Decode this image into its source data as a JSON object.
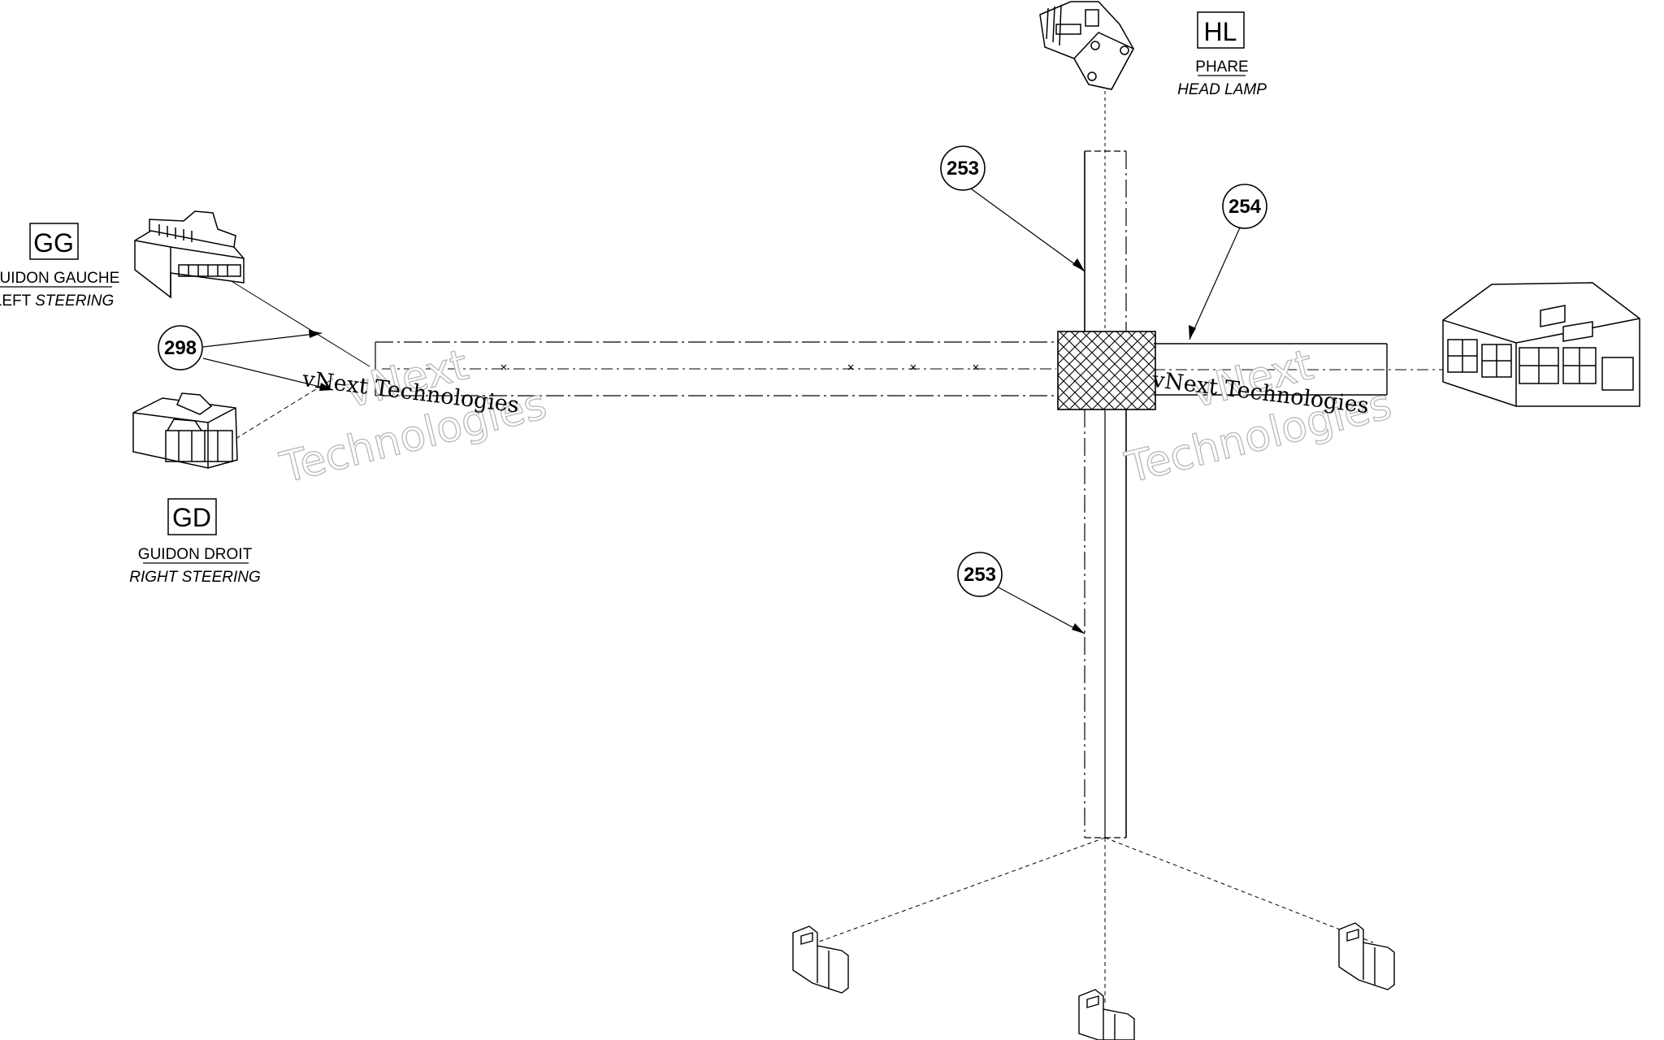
{
  "connectors": {
    "hl": {
      "code": "HL",
      "fr": "PHARE",
      "en": "HEAD LAMP"
    },
    "gg": {
      "code": "GG",
      "fr": "GUIDON GAUCHE",
      "en_a": "LEFT ",
      "en_b": "STEERING"
    },
    "gd": {
      "code": "GD",
      "fr": "GUIDON DROIT",
      "en": "RIGHT STEERING"
    }
  },
  "callouts": {
    "c253_top": "253",
    "c254": "254",
    "c298": "298",
    "c253_bottom": "253"
  },
  "watermarks": {
    "line1": "vNext",
    "line2": "Technologies",
    "inline": "vNext Technologies"
  }
}
